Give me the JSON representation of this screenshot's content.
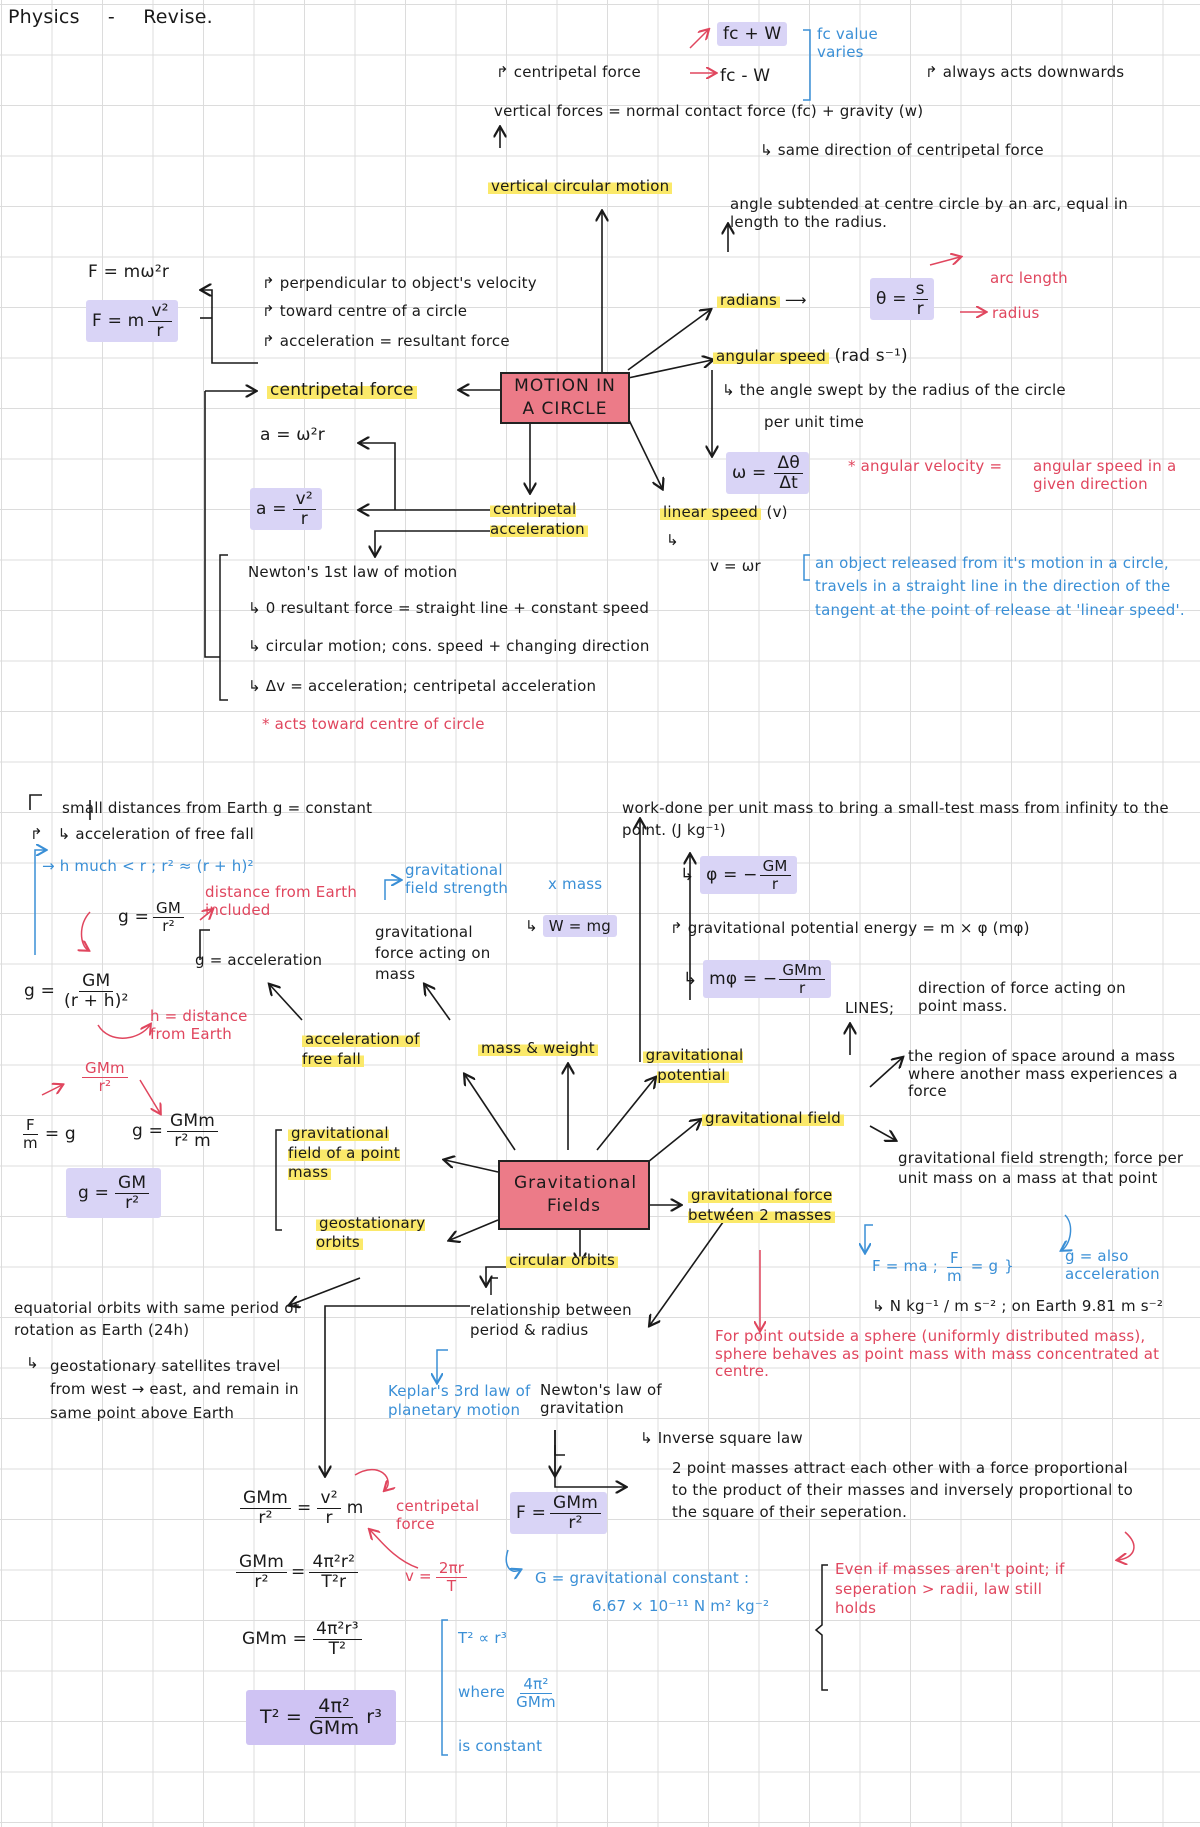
{
  "page": {
    "title": "Physics",
    "separator": "-",
    "subtitle": "Revise."
  },
  "motion_in_circle": {
    "central_node": "MOTION IN A CIRCLE",
    "vertical_circular_motion": {
      "label": "vertical circular motion",
      "vertical_forces": "vertical forces = normal contact force (fc) + gravity (w)",
      "centripetal_force_label": "centripetal force",
      "fc_plus_w": "fc + W",
      "fc_minus_w": "fc - W",
      "fc_varies": "fc value varies",
      "always_downwards": "always acts downwards",
      "same_direction": "same direction of centripetal force"
    },
    "radians": {
      "label": "radians",
      "definition": "angle subtended at centre circle by an arc, equal in length to the radius.",
      "formula": "θ = s / r",
      "formula_lhs": "θ =",
      "numerator": "s",
      "denominator": "r",
      "s_note": "arc length",
      "r_note": "radius"
    },
    "angular_speed": {
      "label": "angular speed",
      "unit": "(rad s⁻¹)",
      "definition_line1": "the angle swept by the radius of the circle",
      "definition_line2": "per unit time",
      "formula_lhs": "ω =",
      "numerator": "Δθ",
      "denominator": "Δt",
      "note_star": "* angular velocity =",
      "note_rest": "angular speed in a given direction"
    },
    "linear_speed": {
      "label": "linear speed",
      "symbol": "(v)",
      "formula": "v = ωr",
      "note": "an object released from it's motion in a circle, travels in a straight line in the direction of the tangent at the point of release at 'linear speed'."
    },
    "centripetal_force": {
      "label": "centripetal force",
      "formula1": "F = mω²r",
      "formula2_lhs": "F = m",
      "formula2_num": "v²",
      "formula2_den": "r",
      "properties": [
        "perpendicular to object's velocity",
        "toward centre of a circle",
        "acceleration = resultant force"
      ]
    },
    "centripetal_acceleration": {
      "label": "centripetal acceleration",
      "formula1": "a = ω²r",
      "formula2_lhs": "a =",
      "formula2_num": "v²",
      "formula2_den": "r"
    },
    "newtons_first_law": {
      "title": "Newton's 1st law of motion",
      "points": [
        "0 resultant force = straight line + constant speed",
        "circular motion; cons. speed + changing direction",
        "Δv = acceleration; centripetal acceleration"
      ],
      "note": "* acts toward centre of circle"
    }
  },
  "gravitational_fields": {
    "central_node": "Gravitational Fields",
    "acceleration_free_fall": {
      "label": "acceleration of free fall",
      "small_distances": "small distances from Earth g = constant",
      "acceleration_of_free_fall": "acceleration of free fall",
      "h_much_less": "h much < r ; r² ≈ (r + h)²",
      "g_formula_lhs": "g =",
      "g_num": "GM",
      "g_den": "r²",
      "g_note": "distance from Earth included",
      "g_full_lhs": "g =",
      "g_full_num": "GM",
      "g_full_den": "(r + h)²",
      "h_note": "h = distance from Earth",
      "g_accel": "g = acceleration"
    },
    "mass_weight": {
      "label": "mass & weight",
      "gfs_note": "gravitational field strength",
      "x_mass": "x mass",
      "w_formula": "W = mg",
      "force_note": "gravitational force acting on mass"
    },
    "gravitational_potential": {
      "label": "gravitational potential",
      "definition": "work-done per unit mass to bring a small-test mass from infinity to the point. (J kg⁻¹)",
      "phi_lhs": "φ = −",
      "phi_num": "GM",
      "phi_den": "r",
      "gpe": "gravitational potential energy = m × φ (mφ)",
      "mphi_lhs": "mφ = −",
      "mphi_num": "GMm",
      "mphi_den": "r"
    },
    "gravitational_field": {
      "label": "gravitational field",
      "lines": "LINES;",
      "lines_note": "direction of force acting on point mass.",
      "definition": "the region of space around a mass where another mass experiences a force",
      "strength": "gravitational field strength; force per unit mass on a mass at that point",
      "fma": "F = ma ;",
      "fm_num": "F",
      "fm_den": "m",
      "fm_eq": "= g",
      "g_also": "g = also acceleration",
      "units": "N kg⁻¹ / m s⁻² ; on Earth 9.81 m s⁻²"
    },
    "field_of_point_mass": {
      "label": "gravitational field of a point mass",
      "gmm_num": "GMm",
      "gmm_den": "r²",
      "f_over_m_num": "F",
      "f_over_m_den": "m",
      "f_over_m_eq": "= g",
      "g_cancel_lhs": "g =",
      "g_cancel_num": "GMm",
      "g_cancel_den": "r² m",
      "result_lhs": "g =",
      "result_num": "GM",
      "result_den": "r²"
    },
    "gravitational_force": {
      "label": "gravitational force between 2 masses",
      "sphere_note": "For point outside a sphere (uniformly distributed mass), sphere behaves as point mass with mass concentrated at centre.",
      "newtons_law": "Newton's law of gravitation",
      "inverse_square": "Inverse square law",
      "statement": "2 point masses attract each other with a force proportional to the product of their masses and inversely proportional to the square of their seperation.",
      "f_lhs": "F =",
      "f_num": "GMm",
      "f_den": "r²",
      "g_constant": "G = gravitational constant :",
      "g_value": "6.67 × 10⁻¹¹ N m² kg⁻²",
      "even_if": "Even if masses aren't point; if seperation > radii, law still holds"
    },
    "geostationary_orbits": {
      "label": "geostationary orbits",
      "description": "equatorial orbits with same period of rotation as Earth (24h)",
      "satellites": "geostationary satellites travel from west → east, and remain in same point above Earth"
    },
    "circular_orbits": {
      "label": "circular orbits",
      "relationship": "relationship between period & radius",
      "kepler": "Keplar's 3rd law of planetary motion",
      "eq1_lhs_num": "GMm",
      "eq1_lhs_den": "r²",
      "eq1_rhs_num": "v²",
      "eq1_rhs_den": "r",
      "eq1_m": "m",
      "centripetal_note": "centripetal force",
      "v_formula_lhs": "v =",
      "v_num": "2πr",
      "v_den": "T",
      "eq2_lhs_num": "GMm",
      "eq2_lhs_den": "r²",
      "eq2_rhs_num": "4π²r²",
      "eq2_rhs_den": "T²r",
      "eq3_lhs": "GMm =",
      "eq3_rhs_num": "4π²r³",
      "eq3_rhs_den": "T²",
      "eq4_lhs": "T² =",
      "eq4_num": "4π²",
      "eq4_den": "GMm",
      "eq4_r": "r³",
      "proportional": "T² ∝ r³",
      "where": "where",
      "const_num": "4π²",
      "const_den": "GMm",
      "is_constant": "is constant"
    }
  },
  "colors": {
    "central_box": "#ec7b88",
    "highlight_yellow": "#fbe96a",
    "highlight_purple": "#d9d4f6",
    "red_ink": "#e0465e",
    "blue_ink": "#3a8fd6",
    "grid": "#dcdcdc"
  }
}
